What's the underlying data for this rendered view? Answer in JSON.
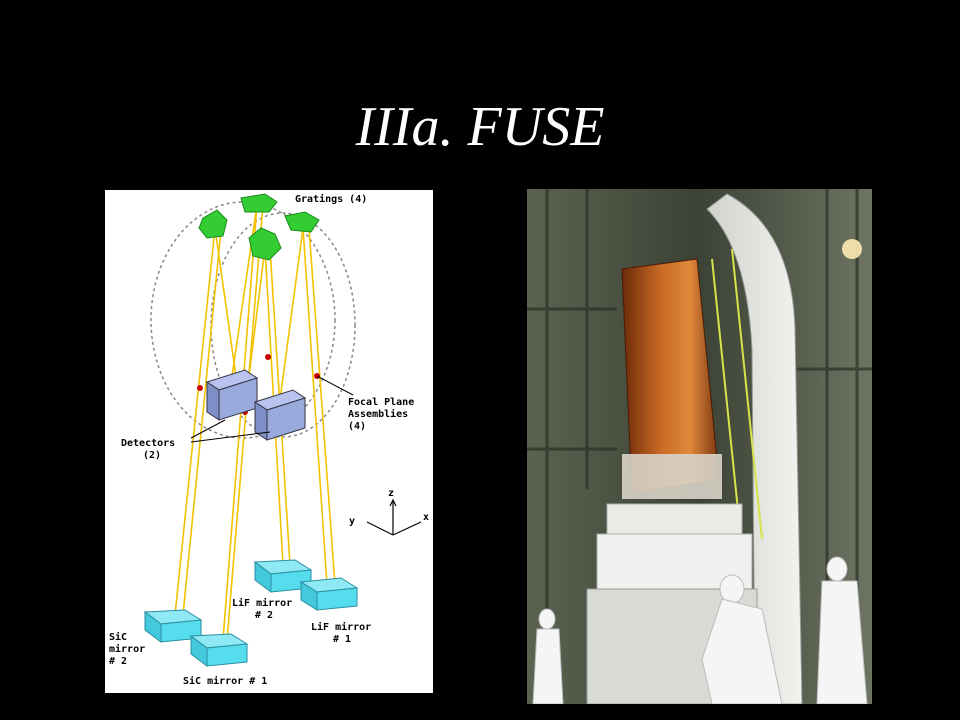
{
  "slide": {
    "title": "IIIa.  FUSE"
  },
  "diagram": {
    "labels": {
      "gratings": "Gratings (4)",
      "focal_plane_1": "Focal Plane",
      "focal_plane_2": "Assemblies",
      "focal_plane_3": "(4)",
      "detectors_1": "Detectors",
      "detectors_2": "(2)",
      "axis_z": "z",
      "axis_y": "y",
      "axis_x": "x",
      "lif2_1": "LiF mirror",
      "lif2_2": "# 2",
      "lif1_1": "LiF mirror",
      "lif1_2": "# 1",
      "sic2_1": "SiC",
      "sic2_2": "mirror",
      "sic2_3": "# 2",
      "sic1": "SiC mirror # 1"
    },
    "colors": {
      "grating": "#33cc33",
      "mirror": "#55ddee",
      "detector": "#99aadd",
      "ray": "#f2c200"
    }
  },
  "photo": {
    "subject": "FUSE spacecraft encapsulation photograph"
  }
}
